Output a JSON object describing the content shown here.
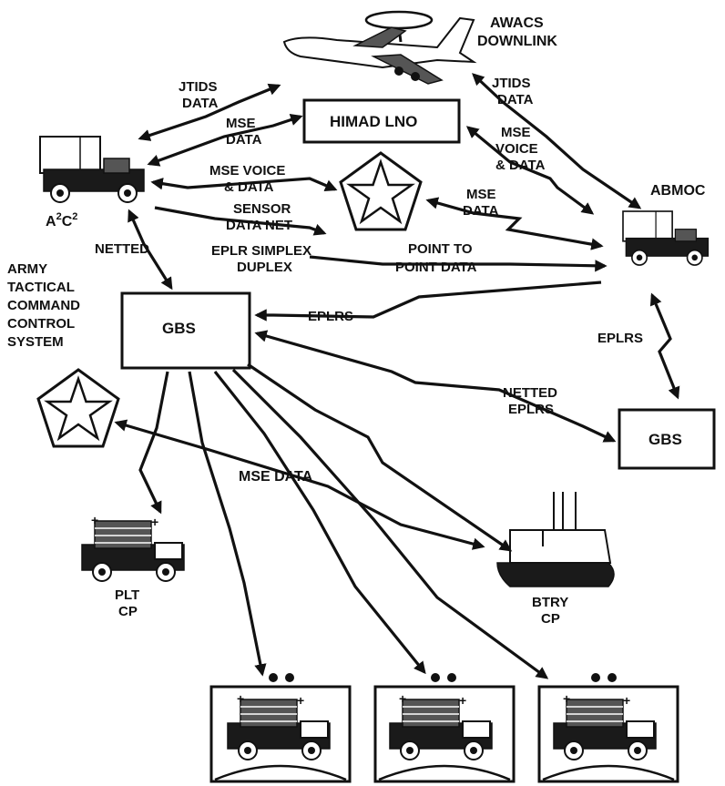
{
  "labels": {
    "awacs": [
      "AWACS",
      "DOWNLINK"
    ],
    "jtids_left": [
      "JTIDS",
      "DATA"
    ],
    "jtids_right": [
      "JTIDS",
      "DATA"
    ],
    "mse_data_1": [
      "MSE",
      "DATA"
    ],
    "himad_lno": "HIMAD LNO",
    "mse_voice_data_right": [
      "MSE",
      "VOICE",
      "& DATA"
    ],
    "mse_voice_data_left": [
      "MSE VOICE",
      "& DATA"
    ],
    "abmoc": "ABMOC",
    "mse_data_2": [
      "MSE",
      "DATA"
    ],
    "sensor_data_net": [
      "SENSOR",
      "DATA NET"
    ],
    "a2c2": "A2C2",
    "netted": "NETTED",
    "eplr_simplex": [
      "EPLR SIMPLEX",
      "DUPLEX"
    ],
    "point_to_point": [
      "POINT TO",
      "POINT DATA"
    ],
    "army_tccs": [
      "ARMY",
      "TACTICAL",
      "COMMAND",
      "CONTROL",
      "SYSTEM"
    ],
    "gbs_main": "GBS",
    "eplrs_1": "EPLRS",
    "eplrs_2": "EPLRS",
    "netted_eplrs": [
      "NETTED",
      "EPLRS"
    ],
    "gbs_right": "GBS",
    "mse_data_bottom": "MSE DATA",
    "plt_cp": [
      "PLT",
      "CP"
    ],
    "btry_cp": [
      "BTRY",
      "CP"
    ]
  },
  "colors": {
    "ink": "#111111",
    "paper": "#ffffff"
  },
  "icons": [
    "awacs-aircraft-icon",
    "a2c2-vehicle-icon",
    "abmoc-vehicle-icon",
    "star-pentagon-icon",
    "launcher-vehicle-icon",
    "tracked-vehicle-icon"
  ]
}
